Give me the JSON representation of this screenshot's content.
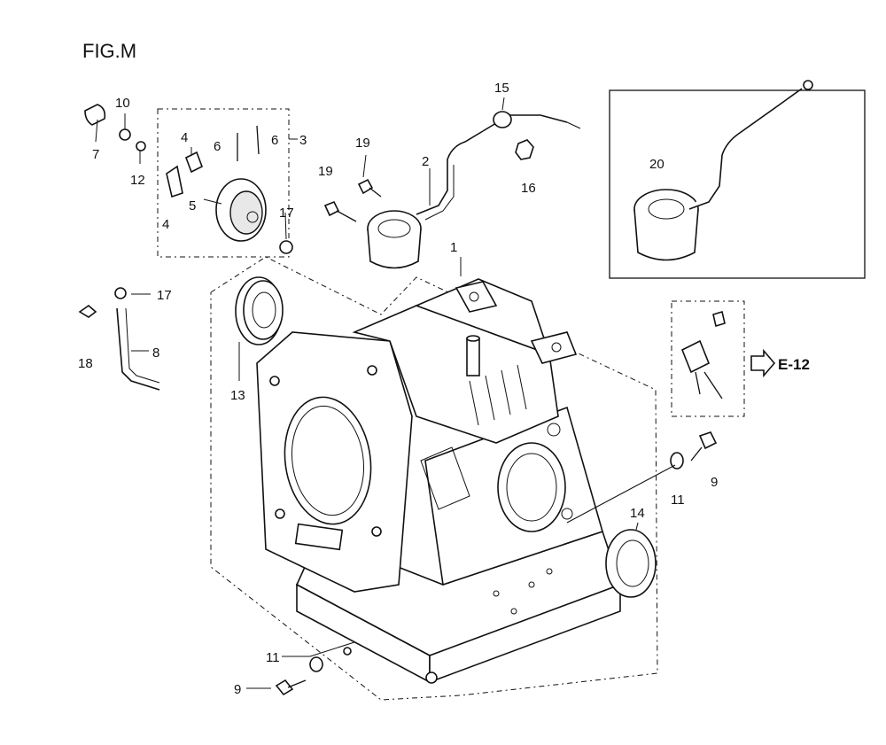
{
  "figure": {
    "title": "FIG.M"
  },
  "reference": {
    "label": "E-12"
  },
  "callouts": {
    "c1": "1",
    "c2": "2",
    "c3": "3",
    "c4a": "4",
    "c4b": "4",
    "c5": "5",
    "c6a": "6",
    "c6b": "6",
    "c7": "7",
    "c8": "8",
    "c9a": "9",
    "c9b": "9",
    "c10": "10",
    "c11a": "11",
    "c11b": "11",
    "c12": "12",
    "c13": "13",
    "c14": "14",
    "c15": "15",
    "c16": "16",
    "c17a": "17",
    "c17b": "17",
    "c18": "18",
    "c19a": "19",
    "c19b": "19",
    "c20": "20"
  }
}
